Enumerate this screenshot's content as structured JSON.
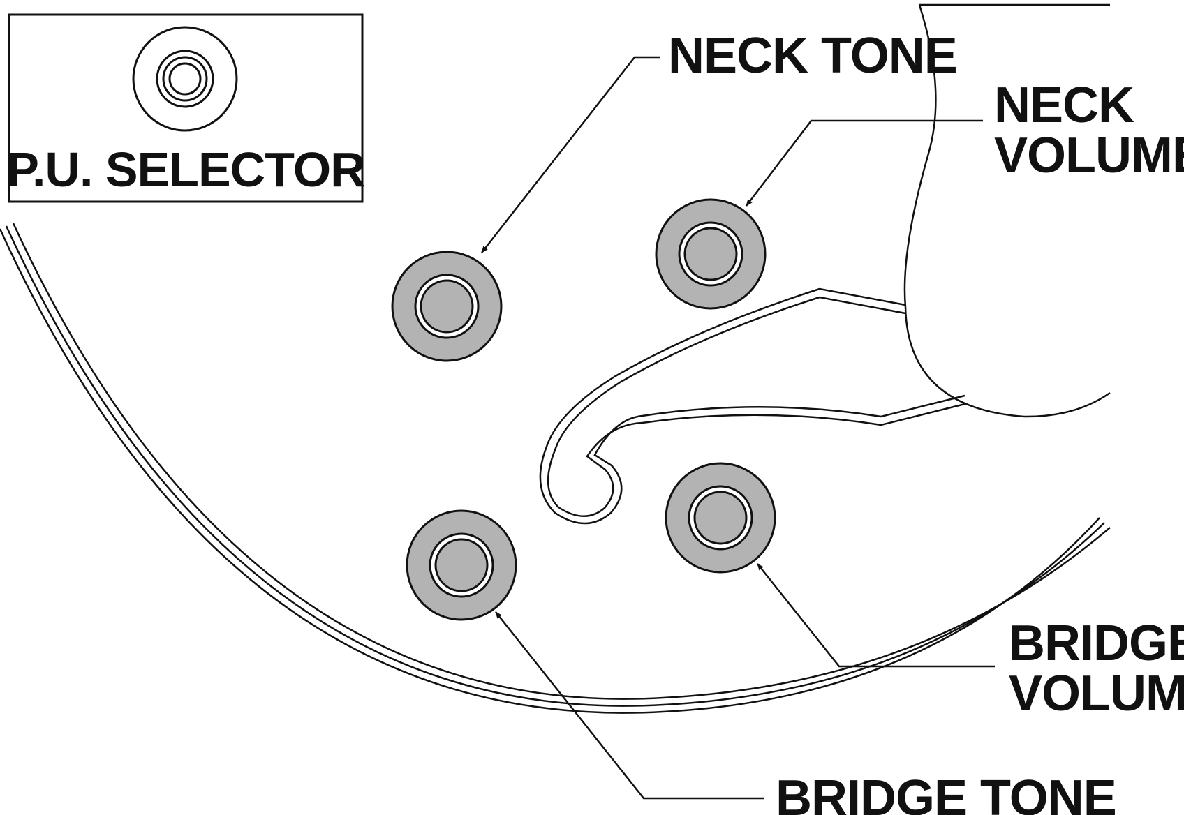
{
  "labels": {
    "pu_selector": "P.U. SELECTOR",
    "neck_tone": "NECK TONE",
    "neck_volume_1": "NECK",
    "neck_volume_2": "VOLUME",
    "bridge_volume_1": "BRIDGE",
    "bridge_volume_2": "VOLUME",
    "bridge_tone": "BRIDGE TONE"
  },
  "colors": {
    "ink": "#111111",
    "knob_fill": "#b3b3b3",
    "background": "#ffffff"
  }
}
